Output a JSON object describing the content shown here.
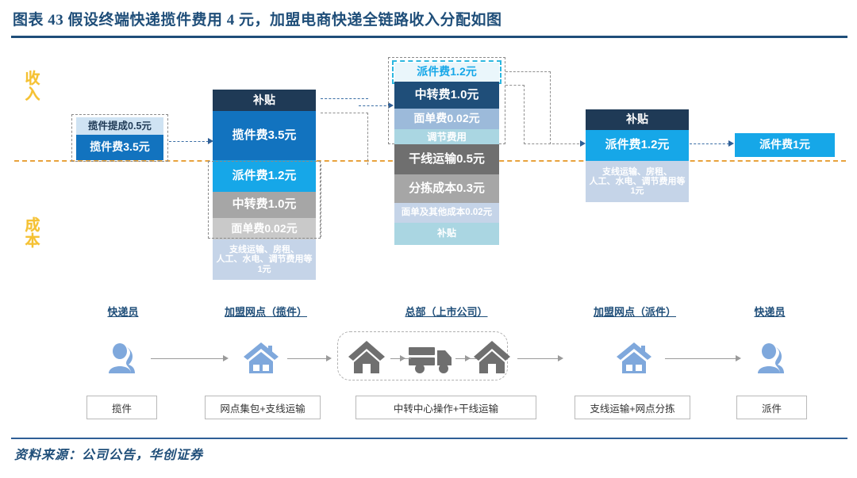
{
  "header": {
    "title": "图表 43   假设终端快递揽件费用 4 元，加盟电商快递全链路收入分配如图"
  },
  "footer": {
    "source": "资料来源：公司公告，华创证券"
  },
  "axis": {
    "revenue_label": "收入",
    "cost_label": "成本"
  },
  "colors": {
    "accent": "#1f4e79",
    "divider": "#e8a33d",
    "revenue_label": "#f5c132",
    "dark_navy": "#1f3a56",
    "blue": "#1273bf",
    "cyan": "#16a7e8",
    "gray": "#a6a6a6",
    "light_gray": "#c9c9c9",
    "pale_blue": "#c5d4e8",
    "pale_cyan": "#aad6e2",
    "mid_gray": "#6f6f6f",
    "icon_blue": "#7fa8dc",
    "icon_gray": "#6f6f6f"
  },
  "chart_data": {
    "type": "stacked_bar_flow",
    "title": "假设终端快递揽件费用 4 元，加盟电商快递全链路收入分配如图",
    "unit": "元",
    "axis_split": {
      "above": "收入",
      "below": "成本"
    },
    "columns": [
      {
        "id": "courier-pickup",
        "stage": "快递员",
        "segments": [
          {
            "label": "揽件提成0.5元",
            "value": 0.5,
            "side": "revenue",
            "color": "#cfe3f3",
            "text_color": "#1f3a56"
          },
          {
            "label": "揽件费3.5元",
            "value": 3.5,
            "side": "revenue",
            "color": "#1273bf",
            "text_color": "#ffffff"
          }
        ]
      },
      {
        "id": "franchise-pickup",
        "stage": "加盟网点（揽件）",
        "segments": [
          {
            "label": "补贴",
            "value": null,
            "side": "revenue",
            "color": "#1f3a56",
            "text_color": "#ffffff"
          },
          {
            "label": "揽件费3.5元",
            "value": 3.5,
            "side": "revenue",
            "color": "#1273bf",
            "text_color": "#ffffff"
          },
          {
            "label": "派件费1.2元",
            "value": 1.2,
            "side": "cost",
            "color": "#16a7e8",
            "text_color": "#ffffff"
          },
          {
            "label": "中转费1.0元",
            "value": 1.0,
            "side": "cost",
            "color": "#a6a6a6",
            "text_color": "#ffffff"
          },
          {
            "label": "面单费0.02元",
            "value": 0.02,
            "side": "cost",
            "color": "#c9c9c9",
            "text_color": "#ffffff"
          },
          {
            "label": "支线运输、房租、\n人工、水电、调节费用等\n1元",
            "value": 1.0,
            "side": "cost",
            "color": "#c5d4e8",
            "text_color": "#ffffff"
          }
        ]
      },
      {
        "id": "headquarters",
        "stage": "总部（上市公司）",
        "segments": [
          {
            "label": "派件费1.2元",
            "value": 1.2,
            "side": "revenue",
            "color": "#eaf6fb",
            "text_color": "#16a7e8"
          },
          {
            "label": "中转费1.0元",
            "value": 1.0,
            "side": "revenue",
            "color": "#1f4e79",
            "text_color": "#ffffff"
          },
          {
            "label": "面单费0.02元",
            "value": 0.02,
            "side": "revenue",
            "color": "#9cbada",
            "text_color": "#ffffff"
          },
          {
            "label": "调节费用",
            "value": null,
            "side": "revenue",
            "color": "#aad6e2",
            "text_color": "#ffffff"
          },
          {
            "label": "干线运输0.5元",
            "value": 0.5,
            "side": "cost",
            "color": "#6f6f6f",
            "text_color": "#ffffff"
          },
          {
            "label": "分拣成本0.3元",
            "value": 0.3,
            "side": "cost",
            "color": "#a6a6a6",
            "text_color": "#ffffff"
          },
          {
            "label": "面单及其他成本0.02元",
            "value": 0.02,
            "side": "cost",
            "color": "#c5d4e8",
            "text_color": "#ffffff"
          },
          {
            "label": "补贴",
            "value": null,
            "side": "cost",
            "color": "#aad6e2",
            "text_color": "#ffffff"
          }
        ]
      },
      {
        "id": "franchise-delivery",
        "stage": "加盟网点（派件）",
        "segments": [
          {
            "label": "补贴",
            "value": null,
            "side": "revenue",
            "color": "#1f3a56",
            "text_color": "#ffffff"
          },
          {
            "label": "派件费1.2元",
            "value": 1.2,
            "side": "revenue",
            "color": "#16a7e8",
            "text_color": "#ffffff"
          },
          {
            "label": "支线运输、房租、\n人工、水电、调节费用等\n1元",
            "value": 1.0,
            "side": "cost",
            "color": "#c5d4e8",
            "text_color": "#ffffff"
          }
        ]
      },
      {
        "id": "courier-delivery",
        "stage": "快递员",
        "segments": [
          {
            "label": "派件费1元",
            "value": 1.0,
            "side": "revenue",
            "color": "#16a7e8",
            "text_color": "#ffffff"
          }
        ]
      }
    ]
  },
  "flow": {
    "stages": [
      {
        "label": "快递员",
        "icon": "person-icon",
        "caption": "揽件"
      },
      {
        "label": "加盟网点（揽件）",
        "icon": "house-icon",
        "caption": "网点集包+支线运输"
      },
      {
        "label": "总部（上市公司）",
        "icon": "house-truck-house-icon",
        "caption": "中转中心操作+干线运输"
      },
      {
        "label": "加盟网点（派件）",
        "icon": "house-icon",
        "caption": "支线运输+网点分拣"
      },
      {
        "label": "快递员",
        "icon": "person-icon",
        "caption": "派件"
      }
    ]
  }
}
